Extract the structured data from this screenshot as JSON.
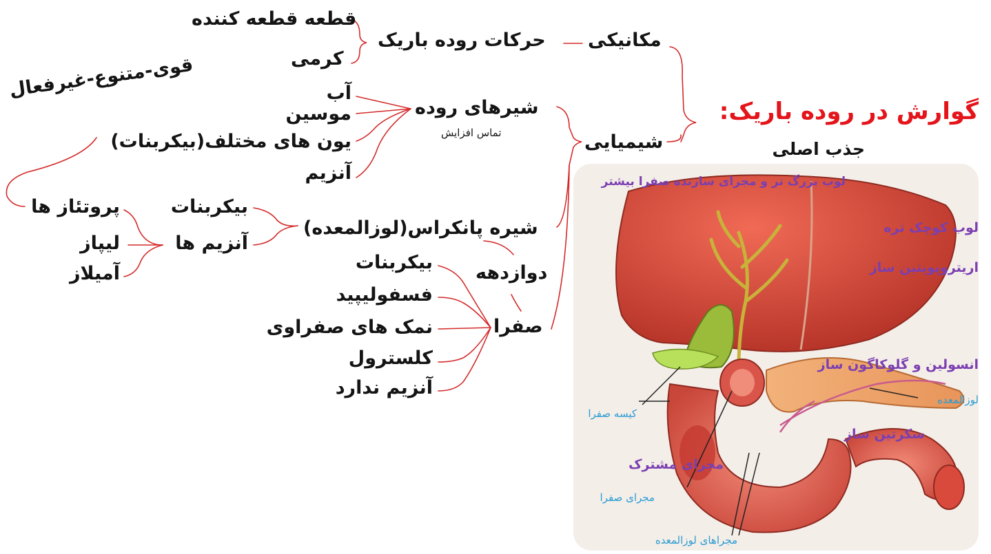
{
  "title": "گوارش در روده باریک:",
  "subtitle": "جذب اصلی",
  "branches": {
    "mechanical": "مکانیکی",
    "chemical": "شیمیایی"
  },
  "movements": {
    "label": "حرکات روده باریک",
    "items": [
      "قطعه قطعه کننده",
      "کرمی"
    ]
  },
  "intestinal_juice": {
    "label": "شیرهای  روده",
    "note": "تماس افزایش",
    "items": [
      "آب",
      "موسین",
      "یون های مختلف(بیکربنات)",
      "آنزیم"
    ]
  },
  "pancreatic_juice": {
    "label": "شیره پانکراس(لوزالمعده)",
    "items": [
      "بیکربنات",
      "آنزیم ها"
    ],
    "enzymes": [
      "پروتئاز ها",
      "لیپاز",
      "آمیلاز"
    ],
    "protease_note": "قوی-متنوع-غیرفعال"
  },
  "duodenum": "دوازدهه",
  "bile": {
    "label": "صفرا",
    "items": [
      "بیکربنات",
      "فسفولیپید",
      "نمک های صفراوی",
      "کلسترول",
      "آنزیم ندارد"
    ]
  },
  "figure_labels": {
    "large_lobe": "لوب بزرگ تر و مجرای سازنده صفرا بیشتر",
    "small_lobe": "لوب کوچک تره",
    "erythropoietin": "اریتروپویتین ساز",
    "insulin": "انسولین و گلوکاگون ساز",
    "pancreas": "لوزالمعده",
    "gallbladder": "کیسه صفرا",
    "secretin": "سکرتین ساز",
    "common_duct": "مجرای مشترک",
    "bile_duct": "مجرای صفرا",
    "pancreatic_ducts": "مجراهای لوزالمعده"
  },
  "colors": {
    "title": "#e4141b",
    "connector": "#d42a2a",
    "annotation_purple": "#7b3fb0",
    "annotation_blue": "#2a9bd3"
  }
}
